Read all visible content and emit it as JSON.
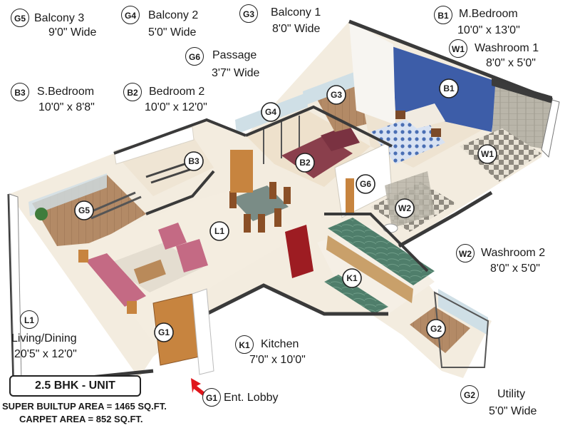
{
  "labels": {
    "g5": {
      "code": "G5",
      "name": "Balcony 3",
      "size": "9'0\" Wide"
    },
    "g4": {
      "code": "G4",
      "name": "Balcony 2",
      "size": "5'0\" Wide"
    },
    "g3": {
      "code": "G3",
      "name": "Balcony 1",
      "size": "8'0\" Wide"
    },
    "b1": {
      "code": "B1",
      "name": "M.Bedroom",
      "size": "10'0\" x 13'0\""
    },
    "w1": {
      "code": "W1",
      "name": "Washroom 1",
      "size": "8'0\" x 5'0\""
    },
    "g6": {
      "code": "G6",
      "name": "Passage",
      "size": "3'7\" Wide"
    },
    "b3": {
      "code": "B3",
      "name": "S.Bedroom",
      "size": "10'0\" x 8'8\""
    },
    "b2": {
      "code": "B2",
      "name": "Bedroom 2",
      "size": "10'0\" x 12'0\""
    },
    "w2": {
      "code": "W2",
      "name": "Washroom 2",
      "size": "8'0\" x 5'0\""
    },
    "l1": {
      "code": "L1",
      "name": "Living/Dining",
      "size": "20'5\" x 12'0\""
    },
    "k1": {
      "code": "K1",
      "name": "Kitchen",
      "size": "7'0\" x 10'0\""
    },
    "g1": {
      "code": "G1",
      "name": "Ent. Lobby"
    },
    "g2": {
      "code": "G2",
      "name": "Utility",
      "size": "5'0\" Wide"
    }
  },
  "unit": {
    "title": "2.5 BHK - UNIT",
    "super_builtup": "SUPER BUILTUP AREA = 1465 SQ.FT.",
    "carpet": "CARPET AREA = 852 SQ.FT."
  },
  "in_plan_badges": [
    "G5",
    "B3",
    "G4",
    "G3",
    "B1",
    "B2",
    "G6",
    "W1",
    "W2",
    "L1",
    "K1",
    "G1",
    "G2"
  ],
  "colors": {
    "accent_wall": "#3d5da8",
    "floor": "#f3ecdf",
    "wood": "#c7843f",
    "sofa": "#c46a84",
    "arrow": "#e0151b"
  }
}
